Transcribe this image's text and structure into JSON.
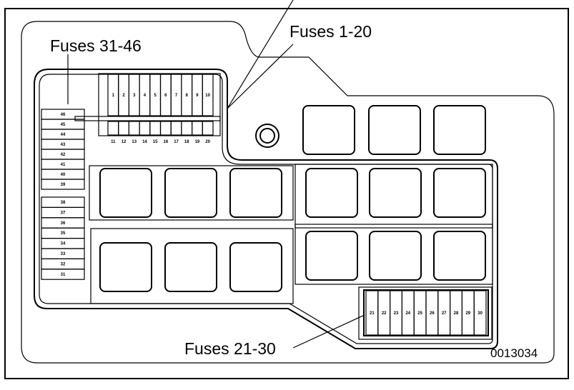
{
  "labels": {
    "fuses_31_46": "Fuses 31-46",
    "fuses_1_20": "Fuses 1-20",
    "fuses_21_30": "Fuses 21-30",
    "figure_code": "0013034"
  },
  "fuses_top_row": [
    "1",
    "2",
    "3",
    "4",
    "5",
    "6",
    "7",
    "8",
    "9",
    "10"
  ],
  "fuses_bottom_row": [
    "11",
    "12",
    "13",
    "14",
    "15",
    "16",
    "17",
    "18",
    "19",
    "20"
  ],
  "fuses_left_upper": [
    "46",
    "45",
    "44",
    "43",
    "42",
    "41",
    "40",
    "39"
  ],
  "fuses_left_lower": [
    "38",
    "37",
    "36",
    "35",
    "34",
    "33",
    "32",
    "31"
  ],
  "fuses_bottom_right": [
    "21",
    "22",
    "23",
    "24",
    "25",
    "26",
    "27",
    "28",
    "29",
    "30"
  ]
}
